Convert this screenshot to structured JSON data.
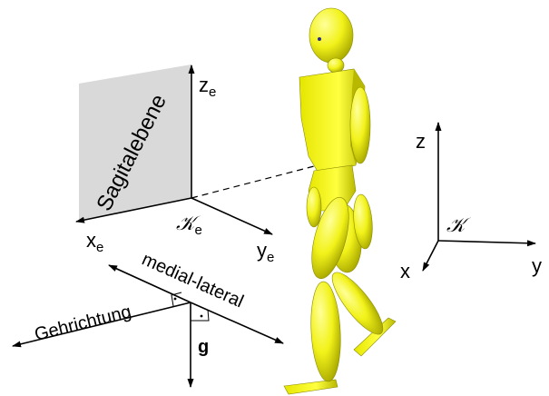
{
  "labels": {
    "sagittal_plane": "Sagitalebene",
    "ze_base": "z",
    "ze_sub": "e",
    "xe_base": "x",
    "xe_sub": "e",
    "ye_base": "y",
    "ye_sub": "e",
    "ke_base": "𝒦",
    "ke_sub": "e",
    "z": "z",
    "x": "x",
    "y": "y",
    "k": "𝒦",
    "walking_direction": "Gehrichtung",
    "medial_lateral": "medial-lateral",
    "gravity": "g"
  },
  "colors": {
    "plane_fill": "#d9d9d9",
    "figure_fill": "#ffff33",
    "figure_shadow": "#b3b300"
  },
  "icons": {
    "right_angle_marker": "dot-in-corner"
  }
}
